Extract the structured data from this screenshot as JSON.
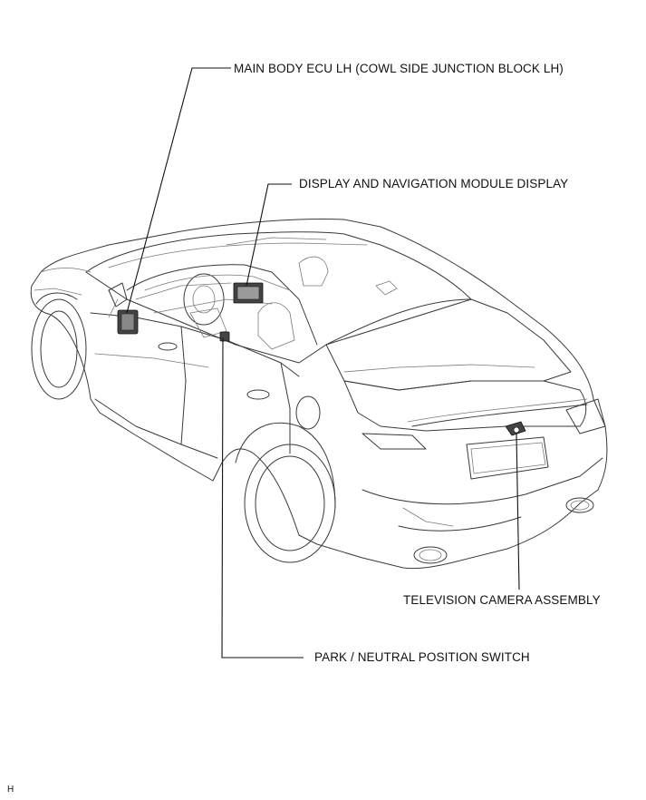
{
  "callouts": {
    "main_body_ecu": "MAIN BODY ECU LH (COWL SIDE JUNCTION BLOCK LH)",
    "display_nav": "DISPLAY AND NAVIGATION MODULE DISPLAY",
    "tv_camera": "TELEVISION CAMERA ASSEMBLY",
    "park_neutral": "PARK / NEUTRAL POSITION SWITCH"
  },
  "corner_mark": "H"
}
